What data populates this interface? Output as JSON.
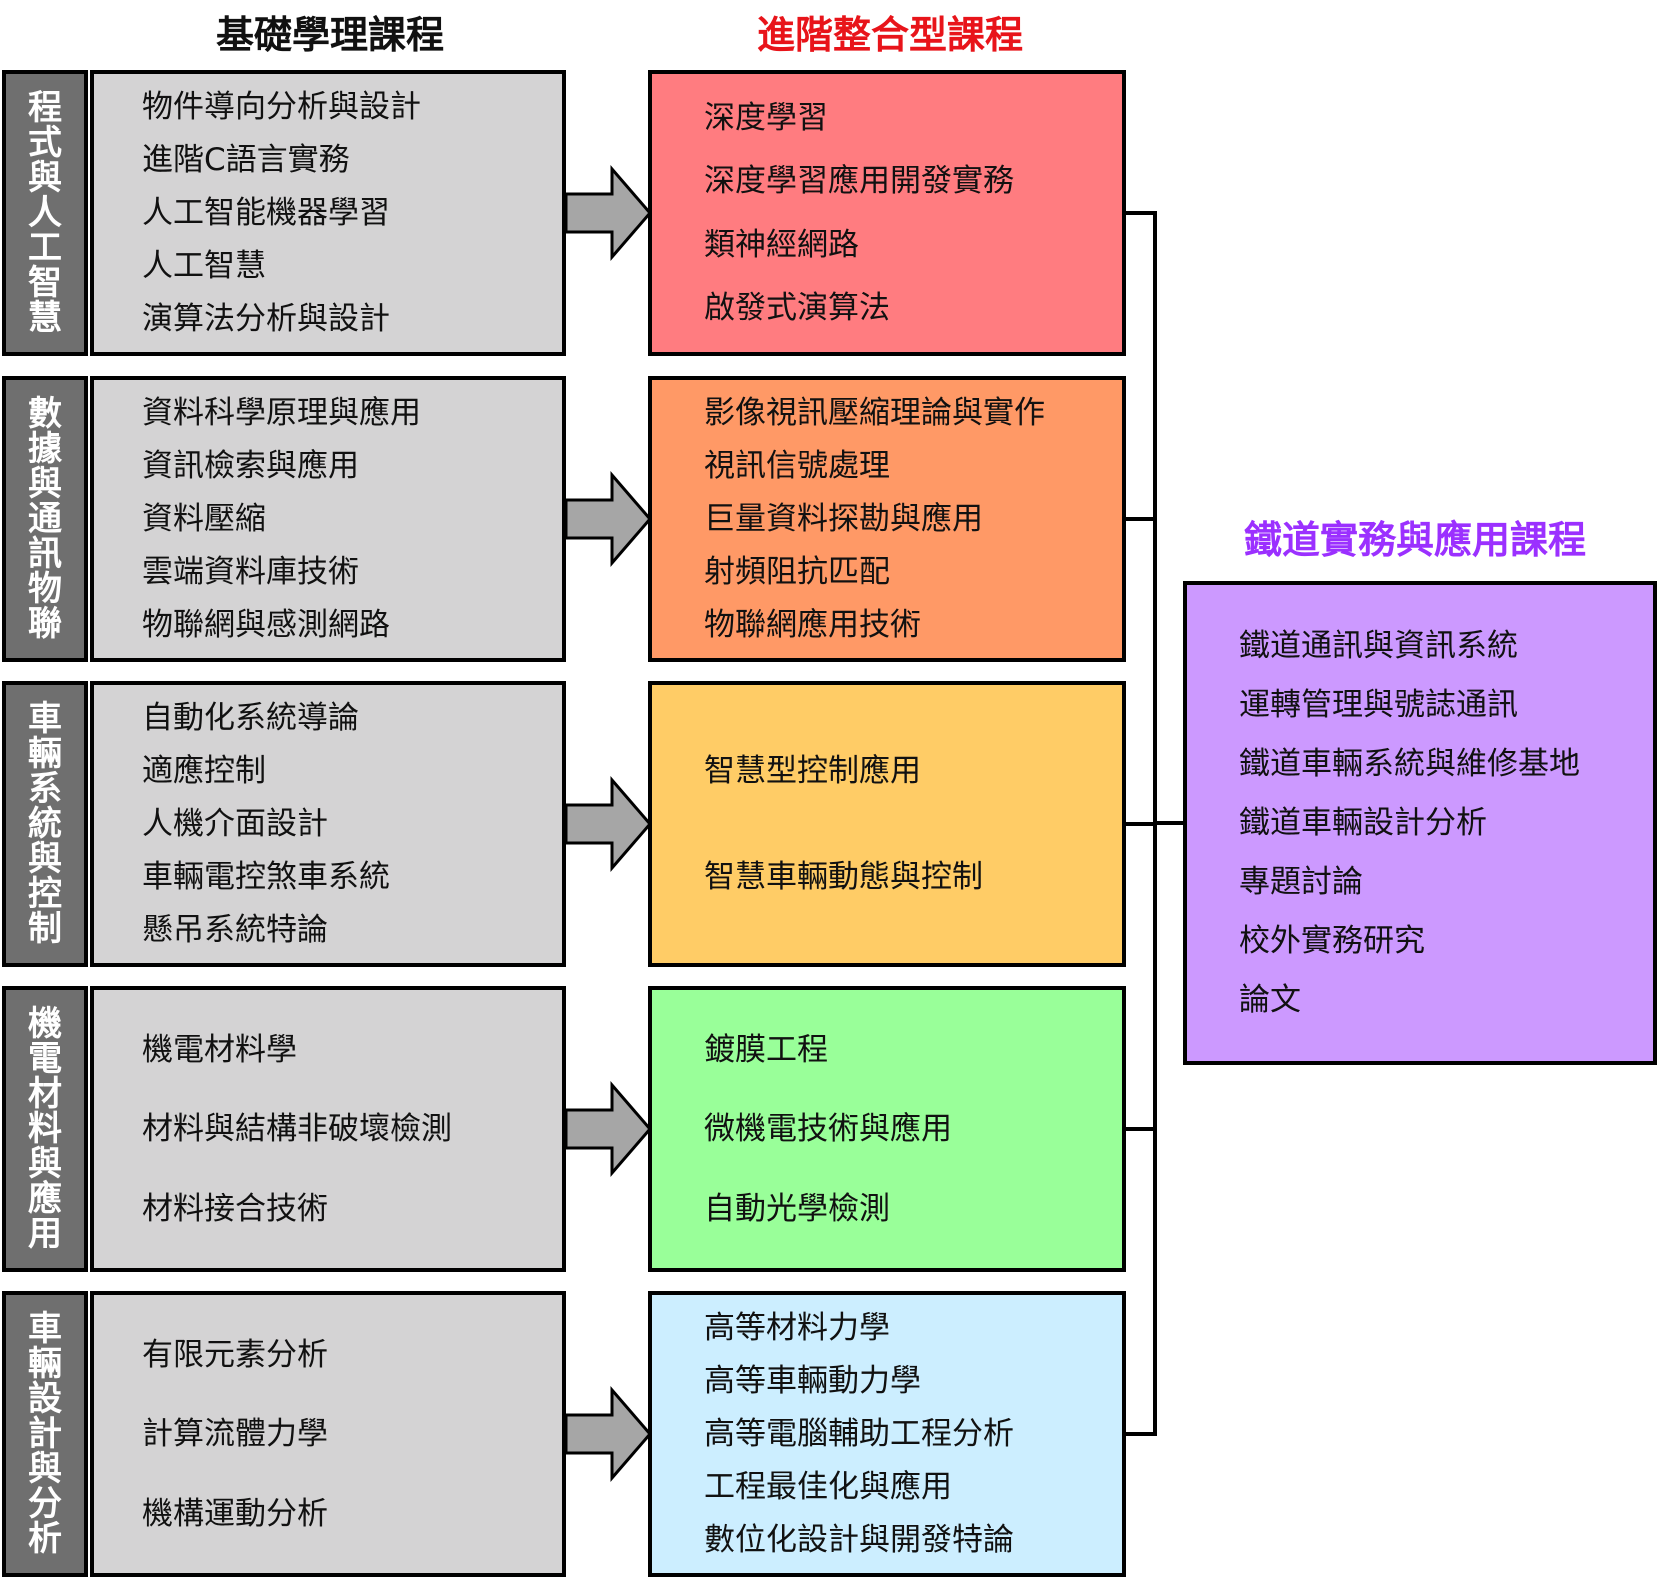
{
  "headers": {
    "basic": "基礎學理課程",
    "advanced": "進階整合型課程",
    "rail": "鐵道實務與應用課程"
  },
  "tracks": [
    {
      "label": "程式與人工智慧",
      "basic": [
        "物件導向分析與設計",
        "進階C語言實務",
        "人工智能機器學習",
        "人工智慧",
        "演算法分析與設計"
      ],
      "advanced": [
        "深度學習",
        "深度學習應用開發實務",
        "類神經網路",
        "啟發式演算法"
      ],
      "advanced_color": "#ff7c80"
    },
    {
      "label": "數據與通訊物聯",
      "basic": [
        "資料科學原理與應用",
        "資訊檢索與應用",
        "資料壓縮",
        "雲端資料庫技術",
        "物聯網與感測網路"
      ],
      "advanced": [
        "影像視訊壓縮理論與實作",
        "視訊信號處理",
        "巨量資料探勘與應用",
        "射頻阻抗匹配",
        "物聯網應用技術"
      ],
      "advanced_color": "#ff9966"
    },
    {
      "label": "車輛系統與控制",
      "basic": [
        "自動化系統導論",
        "適應控制",
        "人機介面設計",
        "車輛電控煞車系統",
        "懸吊系統特論"
      ],
      "advanced": [
        "智慧型控制應用",
        "智慧車輛動態與控制"
      ],
      "advanced_color": "#ffcc66"
    },
    {
      "label": "機電材料與應用",
      "basic": [
        "機電材料學",
        "材料與結構非破壞檢測",
        "材料接合技術"
      ],
      "advanced": [
        "鍍膜工程",
        "微機電技術與應用",
        "自動光學檢測"
      ],
      "advanced_color": "#99ff99"
    },
    {
      "label": "車輛設計與分析",
      "basic": [
        "有限元素分析",
        "計算流體力學",
        "機構運動分析"
      ],
      "advanced": [
        "高等材料力學",
        "高等車輛動力學",
        "高等電腦輔助工程分析",
        "工程最佳化與應用",
        "數位化設計與開發特論"
      ],
      "advanced_color": "#cceeff"
    }
  ],
  "rail_courses": [
    "鐵道通訊與資訊系統",
    "運轉管理與號誌通訊",
    "鐵道車輛系統與維修基地",
    "鐵道車輛設計分析",
    "專題討論",
    "校外實務研究",
    "論文"
  ],
  "colors": {
    "side_label": "#6f6f6f",
    "basic_box": "#d4d3d4",
    "rail_box": "#cc99ff",
    "arrow": "#a6a6a6",
    "advanced_title": "#e8141a",
    "rail_title": "#9b30ff"
  }
}
